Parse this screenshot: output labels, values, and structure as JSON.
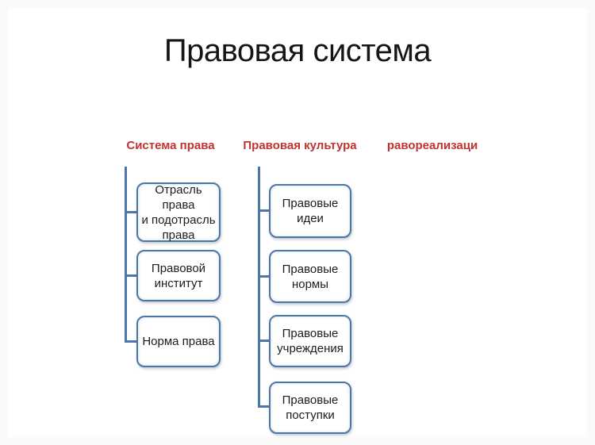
{
  "title": "Правовая система",
  "colors": {
    "accent_blue": "#4b76a9",
    "header_red": "#c0332e",
    "box_text": "#1c1c1c",
    "background": "#ffffff"
  },
  "columns": [
    {
      "header": "Система права",
      "boxes": [
        "Отрасль права\nи подотрасль\nправа",
        "Правовой\nинститут",
        "Норма права"
      ]
    },
    {
      "header": "Правовая культура",
      "boxes": [
        "Правовые\nидеи",
        "Правовые\nнормы",
        "Правовые\nучреждения",
        "Правовые\nпоступки"
      ]
    },
    {
      "header": "равореализаци",
      "boxes": []
    }
  ]
}
